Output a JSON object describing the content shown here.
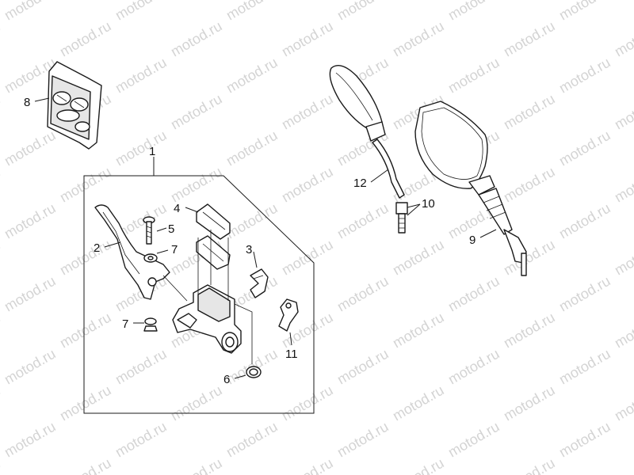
{
  "watermark": {
    "text": "motod.ru",
    "color": "#d4d4d4"
  },
  "callouts": [
    {
      "id": "1",
      "label": "1"
    },
    {
      "id": "2",
      "label": "2"
    },
    {
      "id": "3",
      "label": "3"
    },
    {
      "id": "4",
      "label": "4"
    },
    {
      "id": "5",
      "label": "5"
    },
    {
      "id": "6",
      "label": "6"
    },
    {
      "id": "7a",
      "label": "7"
    },
    {
      "id": "7b",
      "label": "7"
    },
    {
      "id": "8",
      "label": "8"
    },
    {
      "id": "9",
      "label": "9"
    },
    {
      "id": "10",
      "label": "10"
    },
    {
      "id": "11",
      "label": "11"
    },
    {
      "id": "12",
      "label": "12"
    }
  ],
  "icons": {
    "brake_lever": "lever-icon",
    "master_cylinder": "master-cylinder-icon",
    "mirror_left": "rear-mirror-icon",
    "mirror_right": "rear-mirror-icon",
    "decal": "decal-icon"
  }
}
